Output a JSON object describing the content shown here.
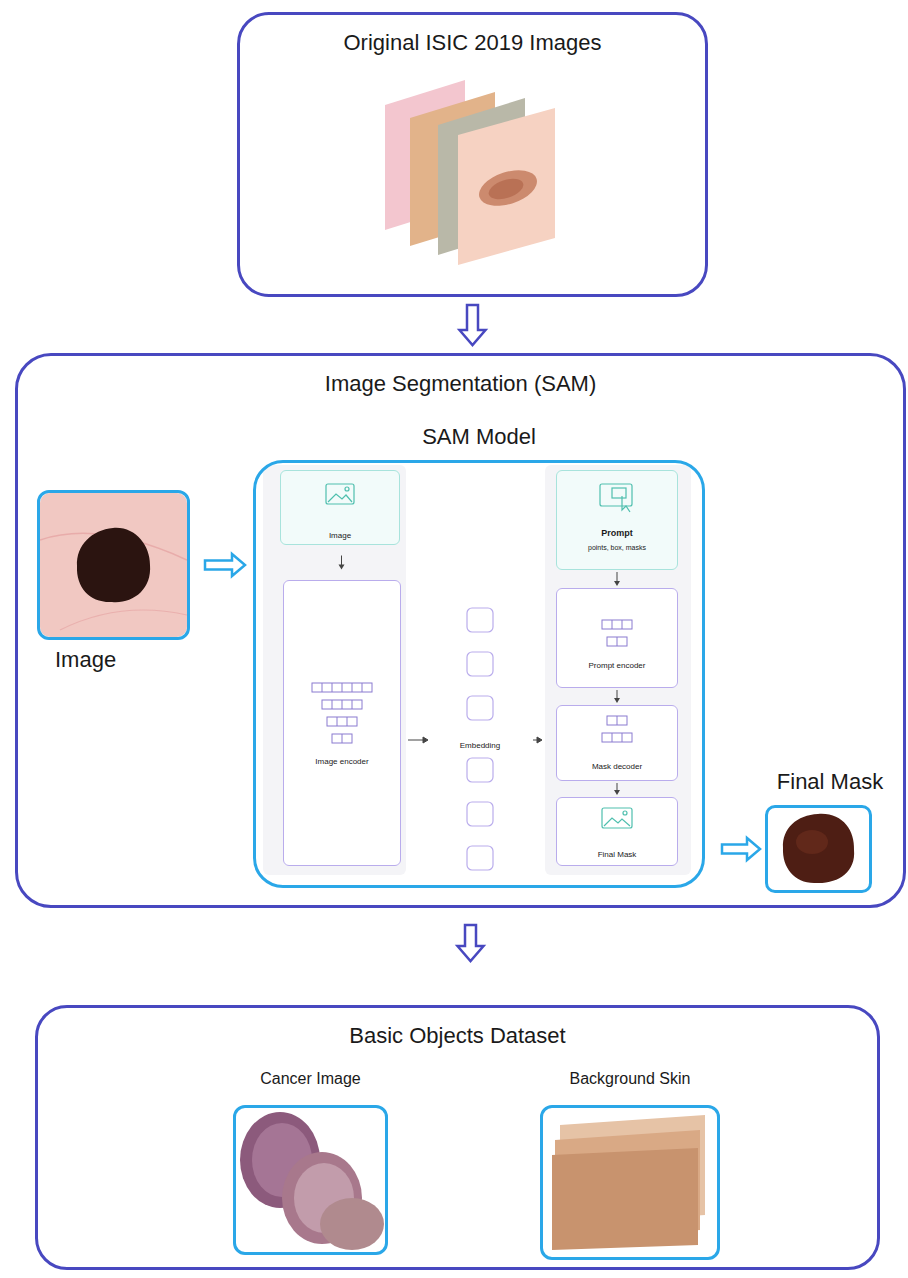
{
  "diagram": {
    "nodes": [
      {
        "text": [
          "Original ISIC 2019 Images"
        ]
      },
      {
        "text": [
          "Image Segmentation (SAM)"
        ]
      },
      {
        "text": [
          "Image"
        ],
        "in": 1
      },
      {
        "text": [
          "SAM Model"
        ],
        "in": 1
      },
      {
        "text": [
          "Image"
        ],
        "in": 3
      },
      {
        "text": [
          "Image encoder"
        ],
        "in": 3
      },
      {
        "text": [
          "Prompt",
          "points, box, masks"
        ],
        "in": 3
      },
      {
        "text": [
          "Prompt encoder"
        ],
        "in": 3
      },
      {
        "text": [
          "Mask decoder"
        ],
        "in": 3
      },
      {
        "text": [
          "Final Mask"
        ],
        "in": 3
      },
      {
        "text": [
          "Final Mask"
        ],
        "in": 1
      },
      {
        "text": [
          "Basic Objects Dataset"
        ]
      },
      {
        "text": [
          "Cancer Image"
        ],
        "in": 11
      },
      {
        "text": [
          "Background Skin"
        ],
        "in": 11
      }
    ],
    "edges": [
      {
        "from": 0,
        "to": 1,
        "arrow": "to"
      },
      {
        "from": 1,
        "to": 11,
        "arrow": "to"
      },
      {
        "from": 2,
        "to": 3,
        "arrow": "to"
      },
      {
        "from": 3,
        "to": 10,
        "arrow": "to"
      },
      {
        "from": 4,
        "to": 5,
        "arrow": "to"
      },
      {
        "from": 6,
        "to": 7,
        "arrow": "to"
      },
      {
        "from": 7,
        "to": 8,
        "arrow": "to"
      },
      {
        "from": 8,
        "to": 9,
        "arrow": "to"
      }
    ],
    "labels": [
      "Embedding"
    ]
  }
}
